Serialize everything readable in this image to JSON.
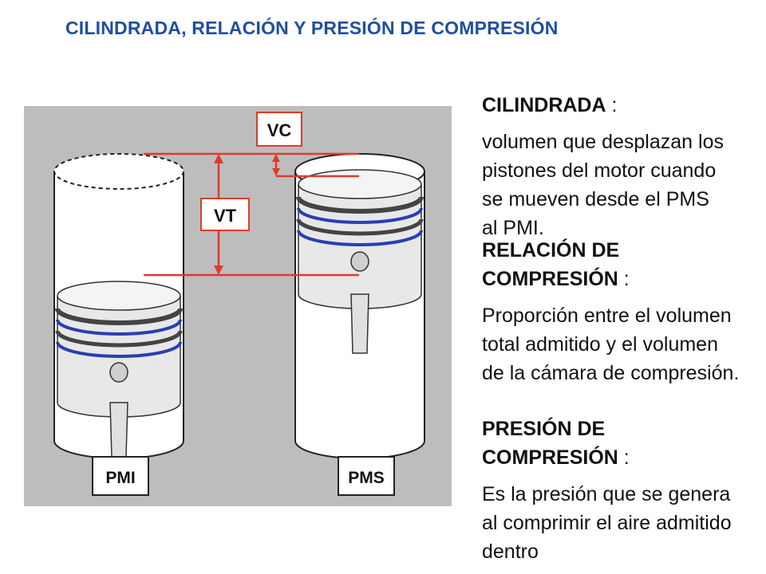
{
  "title": "CILINDRADA, RELACIÓN Y PRESIÓN DE COMPRESIÓN",
  "diagram": {
    "labels": {
      "vc": "VC",
      "vt": "VT",
      "pmi": "PMI",
      "pms": "PMS"
    },
    "colors": {
      "background": "#bdbdbd",
      "measure_lines": "#e03a2a",
      "ring_blue": "#2a3fb0"
    }
  },
  "sections": {
    "cilindrada": {
      "heading": "CILINDRADA",
      "suffix": " :",
      "body": "volumen que desplazan los pistones del motor cuando se mueven desde el PMS al PMI."
    },
    "relacion": {
      "heading": "RELACIÓN DE COMPRESIÓN",
      "suffix": " :",
      "body": "Proporción entre el volumen total admitido y  el volumen de la cámara de compresión."
    },
    "presion": {
      "heading": "PRESIÓN DE COMPRESIÓN",
      "suffix": " :",
      "body": "Es la presión que se genera al comprimir el aire admitido dentro"
    }
  }
}
